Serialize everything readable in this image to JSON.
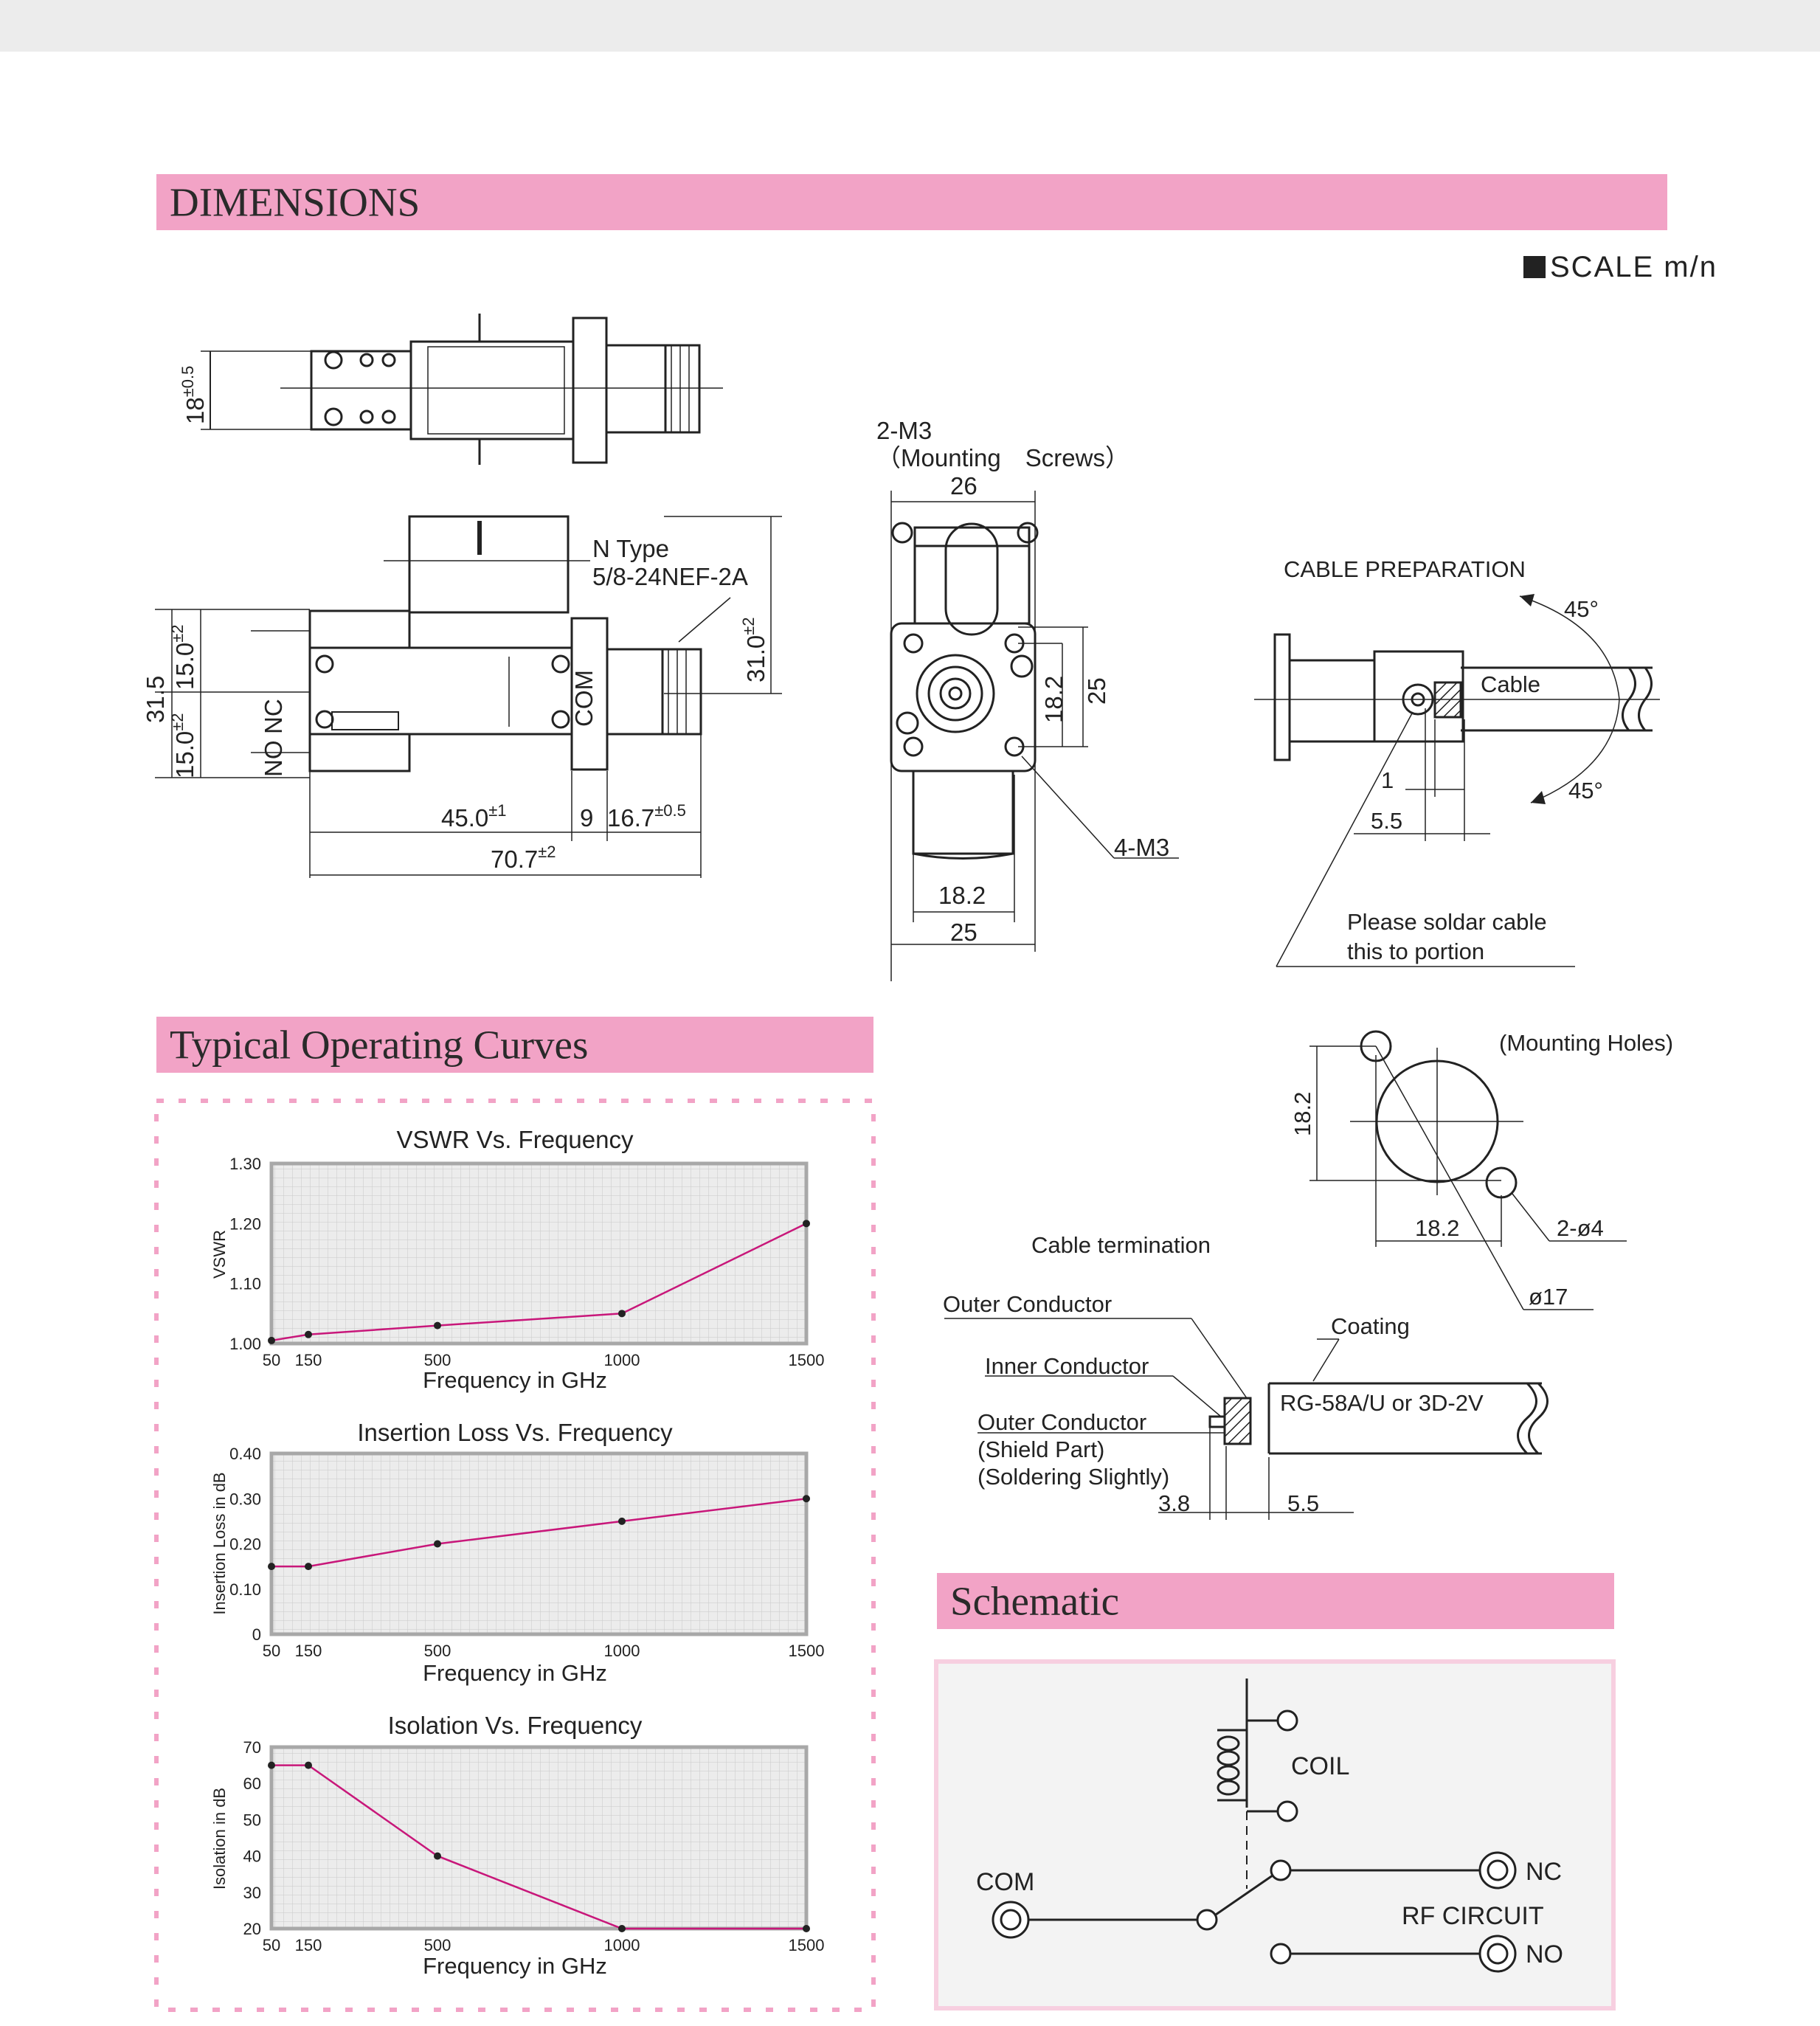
{
  "sections": {
    "dimensions": "DIMENSIONS",
    "curves": "Typical Operating Curves",
    "schematic": "Schematic"
  },
  "scale_label": "SCALE m/n",
  "top_view": {
    "height_dim": "18",
    "height_tol": "±0.5"
  },
  "side_view": {
    "connector_type": "N  Type",
    "thread": "5/8-24NEF-2A",
    "height_total": "31.5",
    "half_upper": "15.0",
    "half_lower": "15.0",
    "half_tol": "±2",
    "conn_height": "31.0",
    "conn_height_tol": "±2",
    "len_body": "45.0",
    "len_body_tol": "±1",
    "len_gap": "9",
    "len_conn": "16.7",
    "len_conn_tol": "±0.5",
    "len_total": "70.7",
    "len_total_tol": "±2",
    "port_nc": "NC",
    "port_no": "NO",
    "port_com": "COM"
  },
  "front_view": {
    "screws_line1": "2-M3",
    "screws_line2": "（Mounting　Screws）",
    "width_top": "26",
    "hole_spacing": "18.2",
    "height": "25",
    "holes": "4-M3",
    "width_hole": "18.2",
    "width_base": "25"
  },
  "cable_prep": {
    "title": "CABLE PREPARATION",
    "angle_top": "45°",
    "angle_bottom": "45°",
    "cable": "Cable",
    "dim_small": "1",
    "dim_strip": "5.5",
    "note_line1": "Please soldar cable",
    "note_line2": "this to portion"
  },
  "mounting_holes": {
    "title": "(Mounting Holes)",
    "v_dim": "18.2",
    "h_dim": "18.2",
    "holes": "2-ø4",
    "bore": "ø17"
  },
  "cable_term": {
    "title": "Cable termination",
    "outer_conductor": "Outer Conductor",
    "coating": "Coating",
    "inner_conductor": "Inner Conductor",
    "cable_type": "RG-58A/U or 3D-2V",
    "outer_shield_1": "Outer Conductor",
    "outer_shield_2": "(Shield Part)",
    "outer_shield_3": "(Soldering Slightly)",
    "dim_a": "3.8",
    "dim_b": "5.5"
  },
  "schematic": {
    "coil": "COIL",
    "com": "COM",
    "rf_circuit": "RF CIRCUIT",
    "nc": "NC",
    "no": "NO"
  },
  "colors": {
    "accent_pink": "#f2a3c6",
    "curve": "#c8177a",
    "grid_bg": "#ececec"
  },
  "chart_data": [
    {
      "type": "line",
      "title": "VSWR Vs. Frequency",
      "xlabel": "Frequency in GHz",
      "ylabel": "VSWR",
      "x_ticks": [
        "50",
        "150",
        "500",
        "1000",
        "1500"
      ],
      "y_ticks": [
        "1.00",
        "1.10",
        "1.20",
        "1.30"
      ],
      "xlim": [
        50,
        1500
      ],
      "ylim": [
        1.0,
        1.3
      ],
      "x": [
        50,
        150,
        500,
        1000,
        1500
      ],
      "values": [
        1.005,
        1.015,
        1.03,
        1.05,
        1.2
      ]
    },
    {
      "type": "line",
      "title": "Insertion Loss Vs. Frequency",
      "xlabel": "Frequency in GHz",
      "ylabel": "Insertion Loss in dB",
      "x_ticks": [
        "50",
        "150",
        "500",
        "1000",
        "1500"
      ],
      "y_ticks": [
        "0",
        "0.10",
        "0.20",
        "0.30",
        "0.40"
      ],
      "xlim": [
        50,
        1500
      ],
      "ylim": [
        0,
        0.4
      ],
      "x": [
        50,
        150,
        500,
        1000,
        1500
      ],
      "values": [
        0.15,
        0.15,
        0.2,
        0.25,
        0.3
      ]
    },
    {
      "type": "line",
      "title": "Isolation Vs. Frequency",
      "xlabel": "Frequency in GHz",
      "ylabel": "Isolation in dB",
      "x_ticks": [
        "50",
        "150",
        "500",
        "1000",
        "1500"
      ],
      "y_ticks": [
        "20",
        "30",
        "40",
        "50",
        "60",
        "70"
      ],
      "xlim": [
        50,
        1500
      ],
      "ylim": [
        20,
        70
      ],
      "x": [
        50,
        150,
        500,
        1000,
        1500
      ],
      "values": [
        65,
        65,
        40,
        20,
        20
      ]
    }
  ]
}
